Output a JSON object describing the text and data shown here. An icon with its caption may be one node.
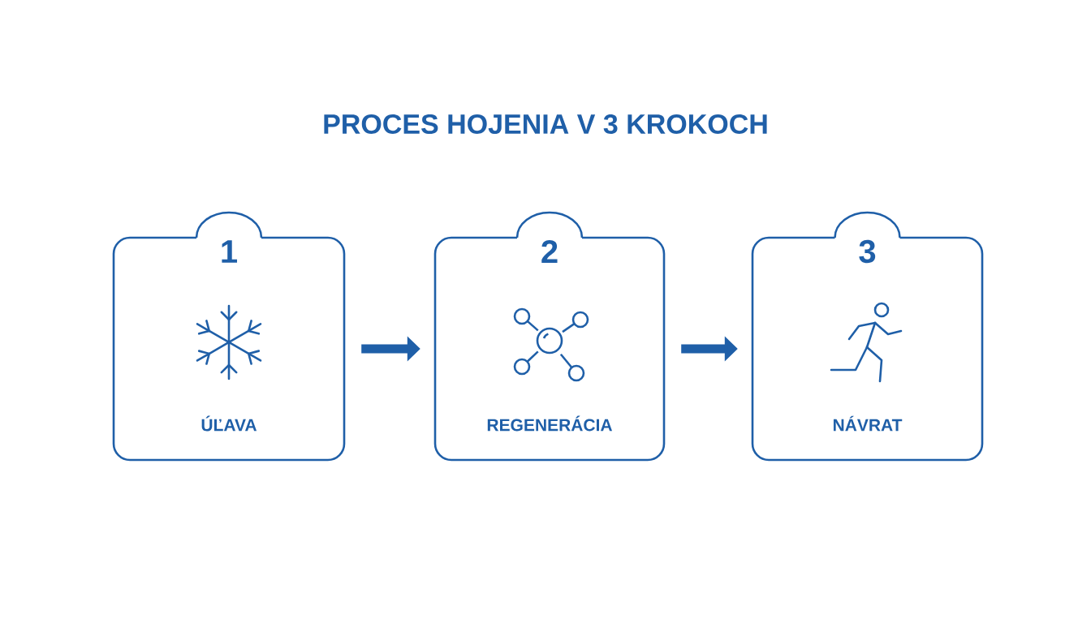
{
  "diagram": {
    "title": "PROCES HOJENIA V 3 KROKOCH",
    "nodes": [
      {
        "text": [
          "1",
          "ÚĽAVA"
        ]
      },
      {
        "text": [
          "2",
          "REGENERÁCIA"
        ]
      },
      {
        "text": [
          "3",
          "NÁVRAT"
        ]
      }
    ],
    "edges": [
      {
        "from": 0,
        "to": 1,
        "arrow": "to"
      },
      {
        "from": 1,
        "to": 2,
        "arrow": "to"
      }
    ]
  }
}
